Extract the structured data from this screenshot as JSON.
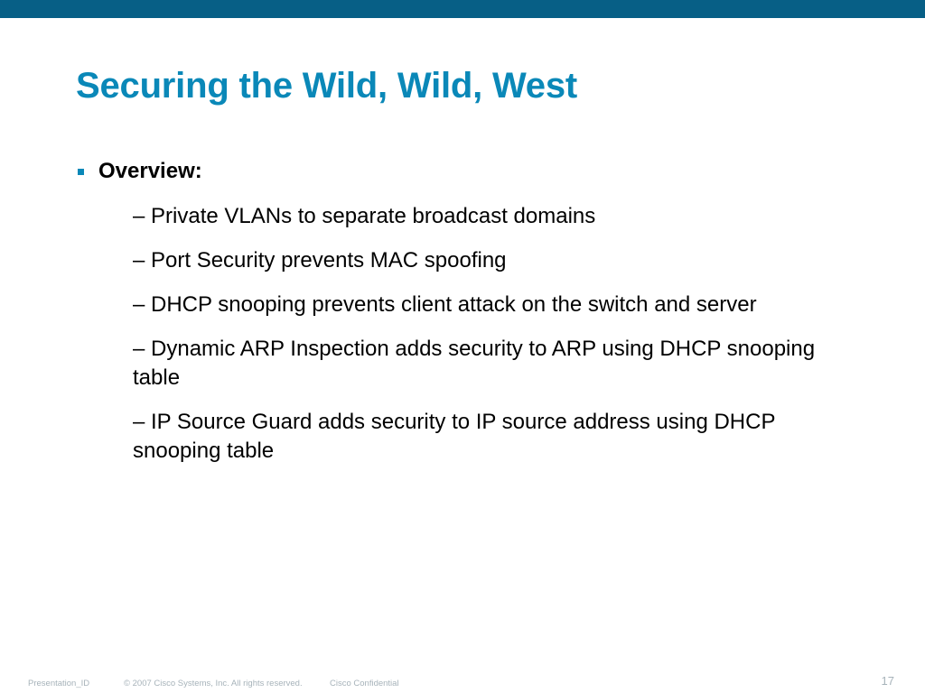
{
  "slide": {
    "title": "Securing the Wild, Wild, West",
    "bullet": {
      "heading": "Overview:",
      "items": [
        "– Private VLANs to separate broadcast domains",
        "– Port Security prevents MAC spoofing",
        "– DHCP snooping prevents client attack on the switch and server",
        "– Dynamic ARP Inspection adds security to ARP using DHCP snooping table",
        "– IP Source Guard adds security to IP source address using DHCP snooping table"
      ]
    }
  },
  "footer": {
    "presentation_id": "Presentation_ID",
    "copyright": "© 2007 Cisco Systems, Inc. All rights reserved.",
    "confidential": "Cisco Confidential",
    "page_number": "17"
  },
  "colors": {
    "top_bar": "#075f86",
    "title": "#0a88b8",
    "bullet": "#0a88b8",
    "footer_text": "#a7b3ba"
  }
}
